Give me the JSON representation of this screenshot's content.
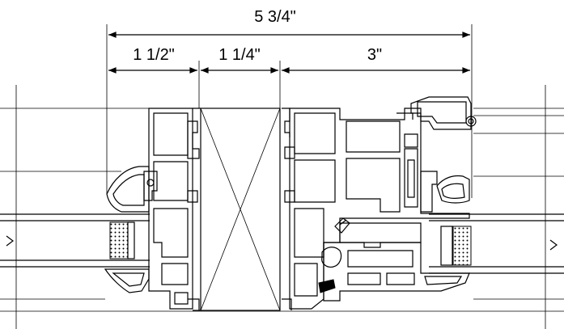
{
  "dimensions": {
    "overall": "5 3/4\"",
    "left": "1 1/2\"",
    "middle": "1 1/4\"",
    "right": "3\""
  },
  "colors": {
    "line": "#000000",
    "background": "#ffffff"
  }
}
